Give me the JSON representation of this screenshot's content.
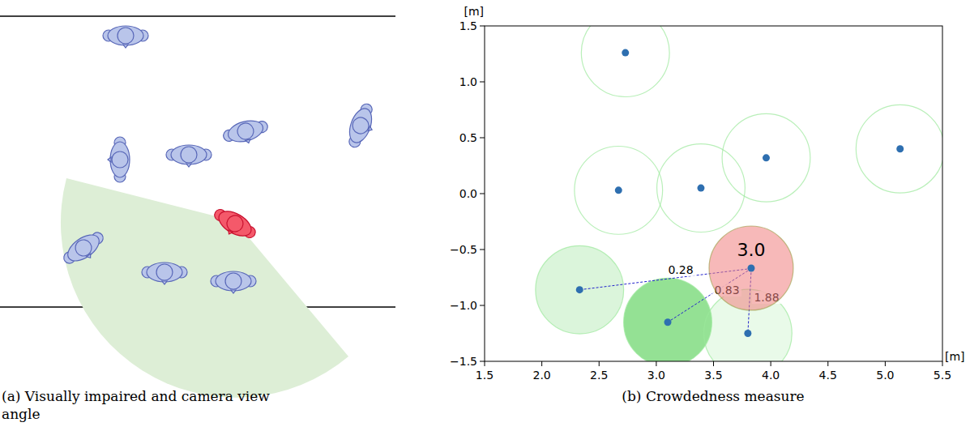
{
  "diagram": {
    "nodes": [
      {
        "text": [
          "3.0"
        ]
      }
    ],
    "labels": [
      "[m]",
      "1.5",
      "1.0",
      "0.5",
      "0.0",
      "−0.5",
      "−1.0",
      "−1.5",
      "1.5",
      "2.0",
      "2.5",
      "3.0",
      "3.5",
      "4.0",
      "4.5",
      "5.0",
      "5.5",
      "[m]",
      "0.28",
      "0.83",
      "1.88",
      "(a) Visually impaired and camera view angle",
      "(b) Crowdedness measure"
    ]
  }
}
